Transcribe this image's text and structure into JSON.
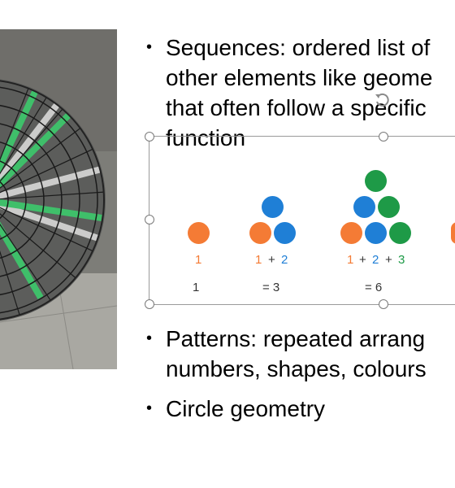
{
  "bullets": [
    {
      "lines": [
        "Sequences: ordered list of",
        "other elements like geome",
        "that often follow a specific",
        "function"
      ]
    },
    {
      "lines": [
        " Patterns: repeated arrang",
        "numbers, shapes, colours"
      ]
    },
    {
      "lines": [
        "Circle geometry"
      ]
    }
  ],
  "bullet_symbol": "•",
  "diagram": {
    "colors": {
      "orange": "#f47b35",
      "blue": "#1f7fd6",
      "green": "#1e9a47",
      "dark": "#333333"
    },
    "groups": [
      {
        "terms": [
          "1"
        ],
        "result": "1"
      },
      {
        "terms": [
          "1",
          "+",
          "2"
        ],
        "result": "= 3"
      },
      {
        "terms": [
          "1",
          "+",
          "2",
          "+",
          "3"
        ],
        "result": "= 6"
      }
    ]
  },
  "photo": {
    "description_icon": "fan-guard-photo"
  }
}
